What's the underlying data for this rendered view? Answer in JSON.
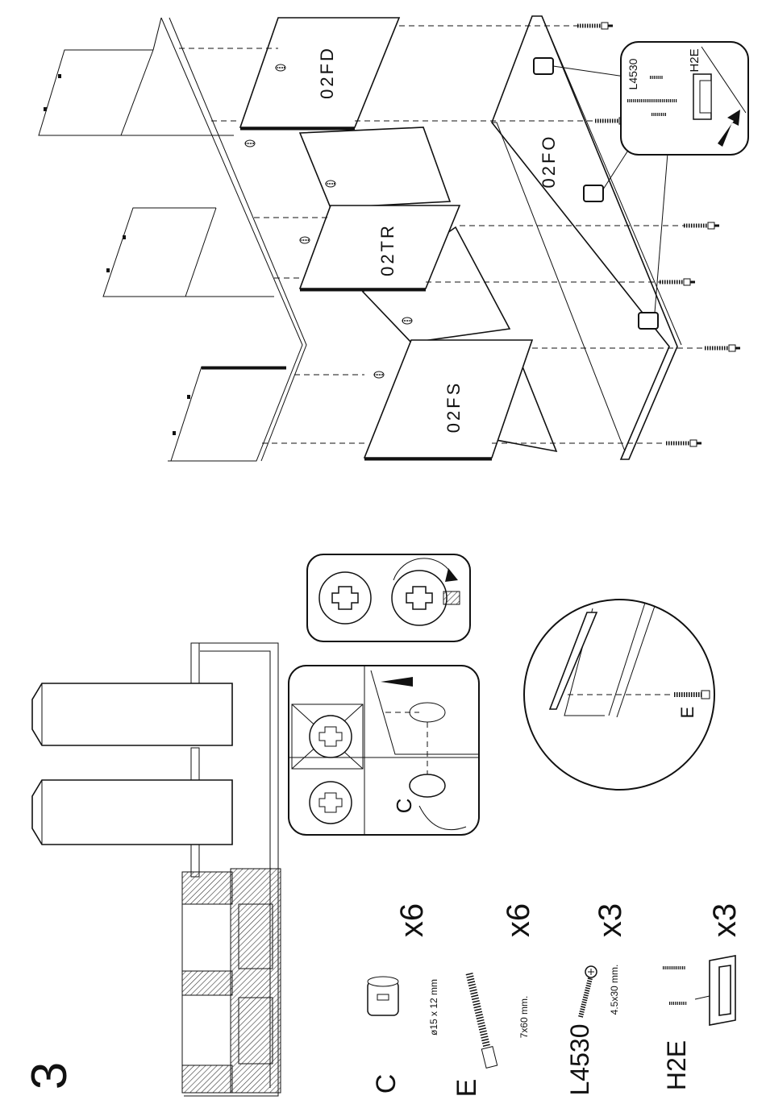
{
  "step": {
    "number": "3"
  },
  "panels": {
    "doors": [
      "02FD",
      "02TR",
      "02FS"
    ],
    "base": "02FO"
  },
  "detail": {
    "h2e_label": "H2E",
    "l4530_label": "L4530",
    "e_label": "E",
    "c_label": "C"
  },
  "parts": [
    {
      "code": "C",
      "qty": "x6",
      "size": "ø15 x 12 mm",
      "icon": "cam-lock-icon"
    },
    {
      "code": "E",
      "qty": "x6",
      "size": "7x60 mm.",
      "icon": "dowel-screw-icon"
    },
    {
      "code": "L4530",
      "qty": "x3",
      "size": "4.5x30 mm.",
      "icon": "wood-screw-icon"
    },
    {
      "code": "H2E",
      "qty": "x3",
      "size": "",
      "icon": "hinge-bracket-icon"
    }
  ]
}
